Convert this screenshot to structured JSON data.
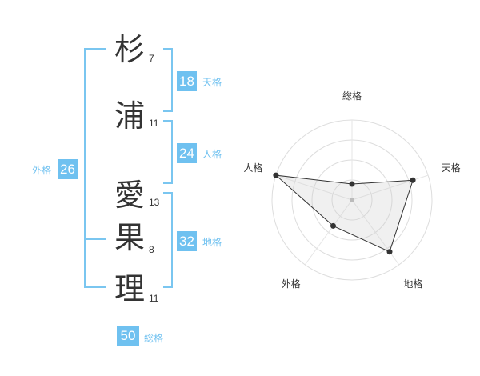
{
  "name": {
    "chars": [
      {
        "char": "杉",
        "strokes": "7"
      },
      {
        "char": "浦",
        "strokes": "11"
      },
      {
        "char": "愛",
        "strokes": "13"
      },
      {
        "char": "果",
        "strokes": "8"
      },
      {
        "char": "理",
        "strokes": "11"
      }
    ]
  },
  "fortunes": {
    "tenkaku": {
      "value": "18",
      "label": "天格"
    },
    "jinkaku": {
      "value": "24",
      "label": "人格"
    },
    "chikaku": {
      "value": "32",
      "label": "地格"
    },
    "gaikaku": {
      "value": "26",
      "label": "外格"
    },
    "soukaku": {
      "value": "50",
      "label": "総格"
    }
  },
  "colors": {
    "accent": "#6fc1f0",
    "bracket": "#7ac6f0",
    "text": "#333333"
  },
  "chart_data": {
    "type": "radar",
    "axes": [
      "総格",
      "天格",
      "地格",
      "外格",
      "人格"
    ],
    "values": [
      1,
      4,
      4,
      2,
      5
    ],
    "max": 5,
    "rings": 4
  }
}
